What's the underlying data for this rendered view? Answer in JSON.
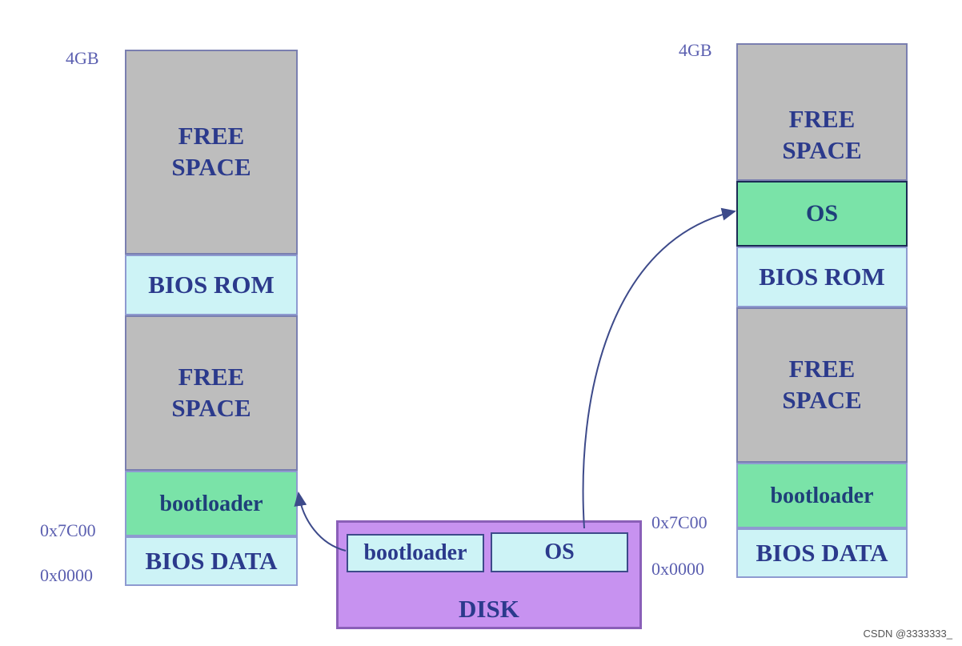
{
  "left_memory": {
    "top_address": "4GB",
    "blocks": {
      "free_upper": "FREE\nSPACE",
      "bios_rom": "BIOS ROM",
      "free_lower": "FREE\nSPACE",
      "bootloader": "bootloader",
      "bios_data": "BIOS DATA"
    },
    "addr_bootloader": "0x7C00",
    "addr_base": "0x0000"
  },
  "right_memory": {
    "top_address": "4GB",
    "blocks": {
      "free_upper": "FREE\nSPACE",
      "os": "OS",
      "bios_rom": "BIOS ROM",
      "free_lower": "FREE\nSPACE",
      "bootloader": "bootloader",
      "bios_data": "BIOS DATA"
    },
    "addr_bootloader": "0x7C00",
    "addr_base": "0x0000"
  },
  "disk": {
    "label": "DISK",
    "bootloader": "bootloader",
    "os": "OS"
  },
  "watermark": "CSDN @3333333_",
  "colors": {
    "free_space": "#bdbdbd",
    "rom_data": "#cdf3f6",
    "code": "#7ae3a8",
    "disk": "#c792f0",
    "text": "#2b3a8c"
  }
}
